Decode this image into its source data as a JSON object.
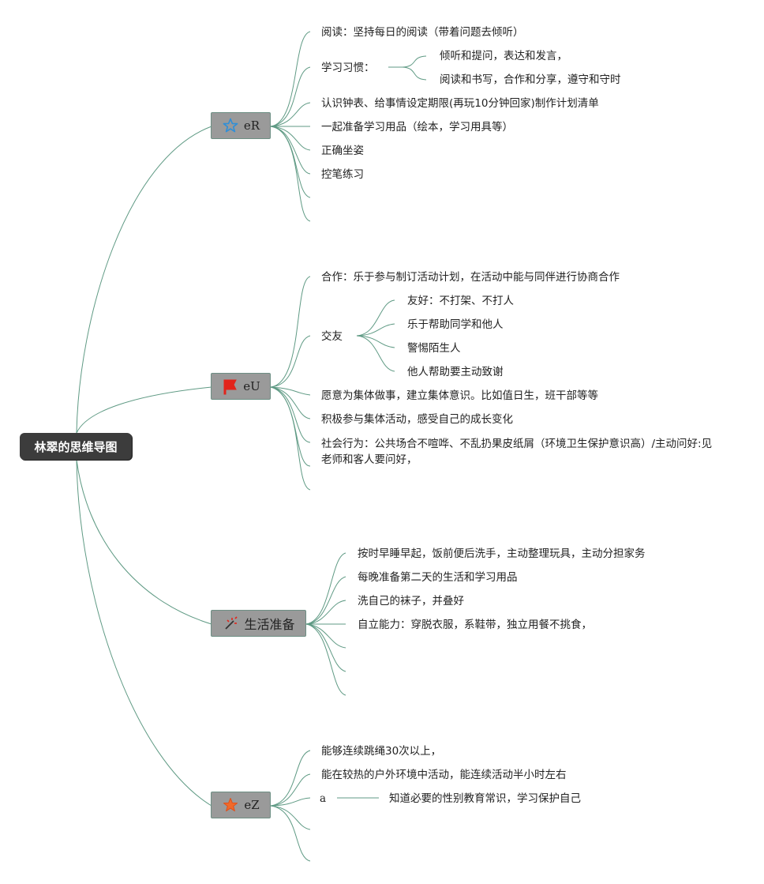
{
  "root": {
    "title": "林翠的思维导图"
  },
  "colors": {
    "connector": "#5f9a84",
    "root_bg": "#3c3c3c",
    "branch_bg": "#9a9a9a"
  },
  "branches": [
    {
      "label": "eR",
      "icon": "star-outline-icon",
      "items": [
        "阅读：坚持每日的阅读（带着问题去倾听）",
        "学习习惯：",
        "认识钟表、给事情设定期限(再玩10分钟回家)制作计划清单",
        "一起准备学习用品（绘本，学习用具等）",
        "正确坐姿",
        "控笔练习"
      ],
      "sub_items": [
        "倾听和提问，表达和发言，",
        "阅读和书写，合作和分享，遵守和守时"
      ]
    },
    {
      "label": "eU",
      "icon": "red-flag-icon",
      "items": [
        "合作：乐于参与制订活动计划，在活动中能与同伴进行协商合作",
        "交友",
        "愿意为集体做事，建立集体意识。比如值日生，班干部等等",
        "积极参与集体活动，感受自己的成长变化",
        "社会行为：公共场合不喧哗、不乱扔果皮纸屑（环境卫生保护意识高）/主动问好:见老师和客人要问好，"
      ],
      "sub_items": [
        "友好：不打架、不打人",
        "乐于帮助同学和他人",
        "警惕陌生人",
        "他人帮助要主动致谢"
      ]
    },
    {
      "label": "生活准备",
      "icon": "sparkle-wand-icon",
      "items": [
        "按时早睡早起，饭前便后洗手，主动整理玩具，主动分担家务",
        "每晚准备第二天的生活和学习用品",
        "洗自己的袜子，并叠好",
        "自立能力：穿脱衣服，系鞋带，独立用餐不挑食，"
      ]
    },
    {
      "label": "eZ",
      "icon": "orange-star-icon",
      "items": [
        "能够连续跳绳30次以上，",
        "能在较热的户外环境中活动，能连续活动半小时左右",
        "a"
      ],
      "sub_items": [
        "知道必要的性别教育常识，学习保护自己"
      ]
    }
  ]
}
